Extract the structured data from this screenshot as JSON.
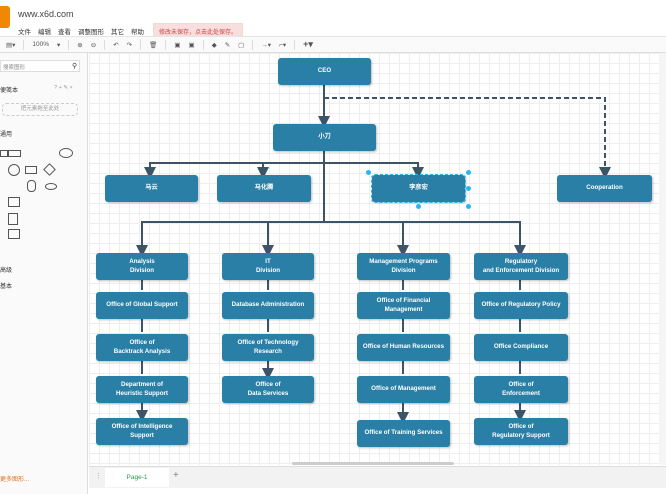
{
  "app": {
    "title": "www.x6d.com",
    "save_notice": "修改未保存，点击此处保存。"
  },
  "menu": [
    "文件",
    "编辑",
    "查看",
    "调整图形",
    "其它",
    "帮助"
  ],
  "toolbar": {
    "zoom": "100%"
  },
  "sidebar": {
    "search_placeholder": "搜索图形",
    "scratchpad": "便笺本",
    "scratch_tools": "? + ✎ ×",
    "drop_hint": "把元素拖至此处",
    "general": "通用",
    "section2": "高级",
    "section3": "基本",
    "more_shapes": "更多图形..."
  },
  "org": {
    "ceo": "CEO",
    "mid": "小刀",
    "l2": [
      "马云",
      "马化腾",
      "李彦宏"
    ],
    "coop": "Cooperation",
    "divisions": [
      "Analysis\nDivision",
      "IT\nDivision",
      "Management Programs\nDivision",
      "Regulatory\nand Enforcement Division"
    ],
    "col0": [
      "Office of Global Support",
      "Office of\nBacktrack Analysis",
      "Department of\nHeuristic Support",
      "Office of Intelligence\nSupport"
    ],
    "col1": [
      "Database Administration",
      "Office of Technology\nResearch",
      "Office of\nData Services"
    ],
    "col2": [
      "Office of Financial\nManagement",
      "Office of Human Resources",
      "Office of Management",
      "Office of Training Services"
    ],
    "col3": [
      "Office of Regulatory Policy",
      "Office Compliance",
      "Office of\nEnforcement",
      "Office of\nRegulatory Support"
    ]
  },
  "pages": {
    "current": "Page-1",
    "add": "+"
  }
}
